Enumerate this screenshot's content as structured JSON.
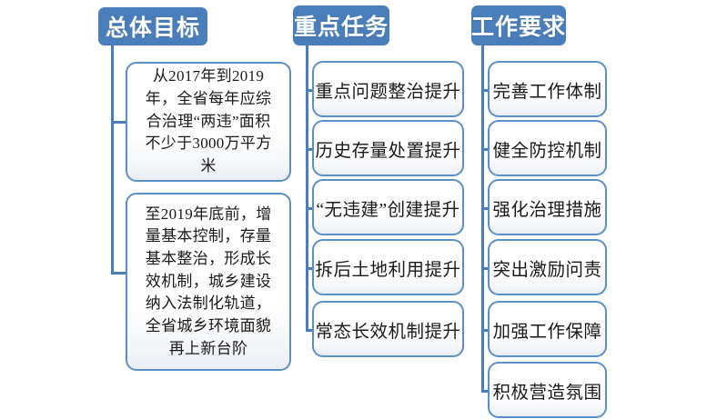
{
  "diagram": {
    "title": "",
    "background": "#ffffff",
    "accent_color": "#4a7ebb",
    "border_color": "#5a8fc7",
    "columns": [
      {
        "id": "overall-goal",
        "header": "总体目标",
        "nodes": [
          "从2017年到2019年，全省每年应综合治理“两违”面积不少于3000万平方米",
          "至2019年底前，增量基本控制，存量基本整治，形成长效机制，城乡建设纳入法制化轨道，全省城乡环境面貌再上新台阶"
        ]
      },
      {
        "id": "key-tasks",
        "header": "重点任务",
        "nodes": [
          "重点问题整治提升",
          "历史存量处置提升",
          "“无违建”创建提升",
          "拆后土地利用提升",
          "常态长效机制提升"
        ]
      },
      {
        "id": "work-requirements",
        "header": "工作要求",
        "nodes": [
          "完善工作体制",
          "健全防控机制",
          "强化治理措施",
          "突出激励问责",
          "加强工作保障",
          "积极营造氛围"
        ]
      }
    ]
  }
}
